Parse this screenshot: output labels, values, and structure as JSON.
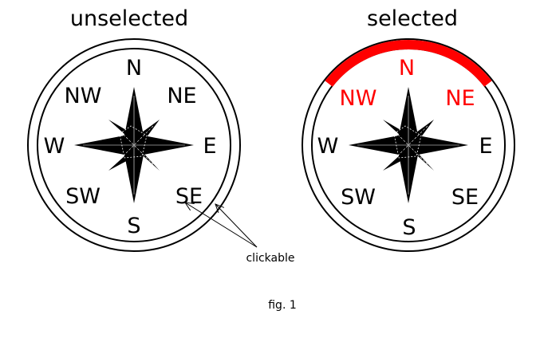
{
  "figure": {
    "caption": "fig. 1",
    "annotation": "clickable",
    "highlight_color": "#ff0000"
  },
  "compasses": [
    {
      "title": "unselected",
      "selected_arc": null,
      "directions": {
        "n": "N",
        "ne": "NE",
        "e": "E",
        "se": "SE",
        "s": "S",
        "sw": "SW",
        "w": "W",
        "nw": "NW"
      }
    },
    {
      "title": "selected",
      "selected_arc": "N",
      "directions": {
        "n": "N",
        "ne": "NE",
        "e": "E",
        "se": "SE",
        "s": "S",
        "sw": "SW",
        "w": "W",
        "nw": "NW"
      }
    }
  ]
}
